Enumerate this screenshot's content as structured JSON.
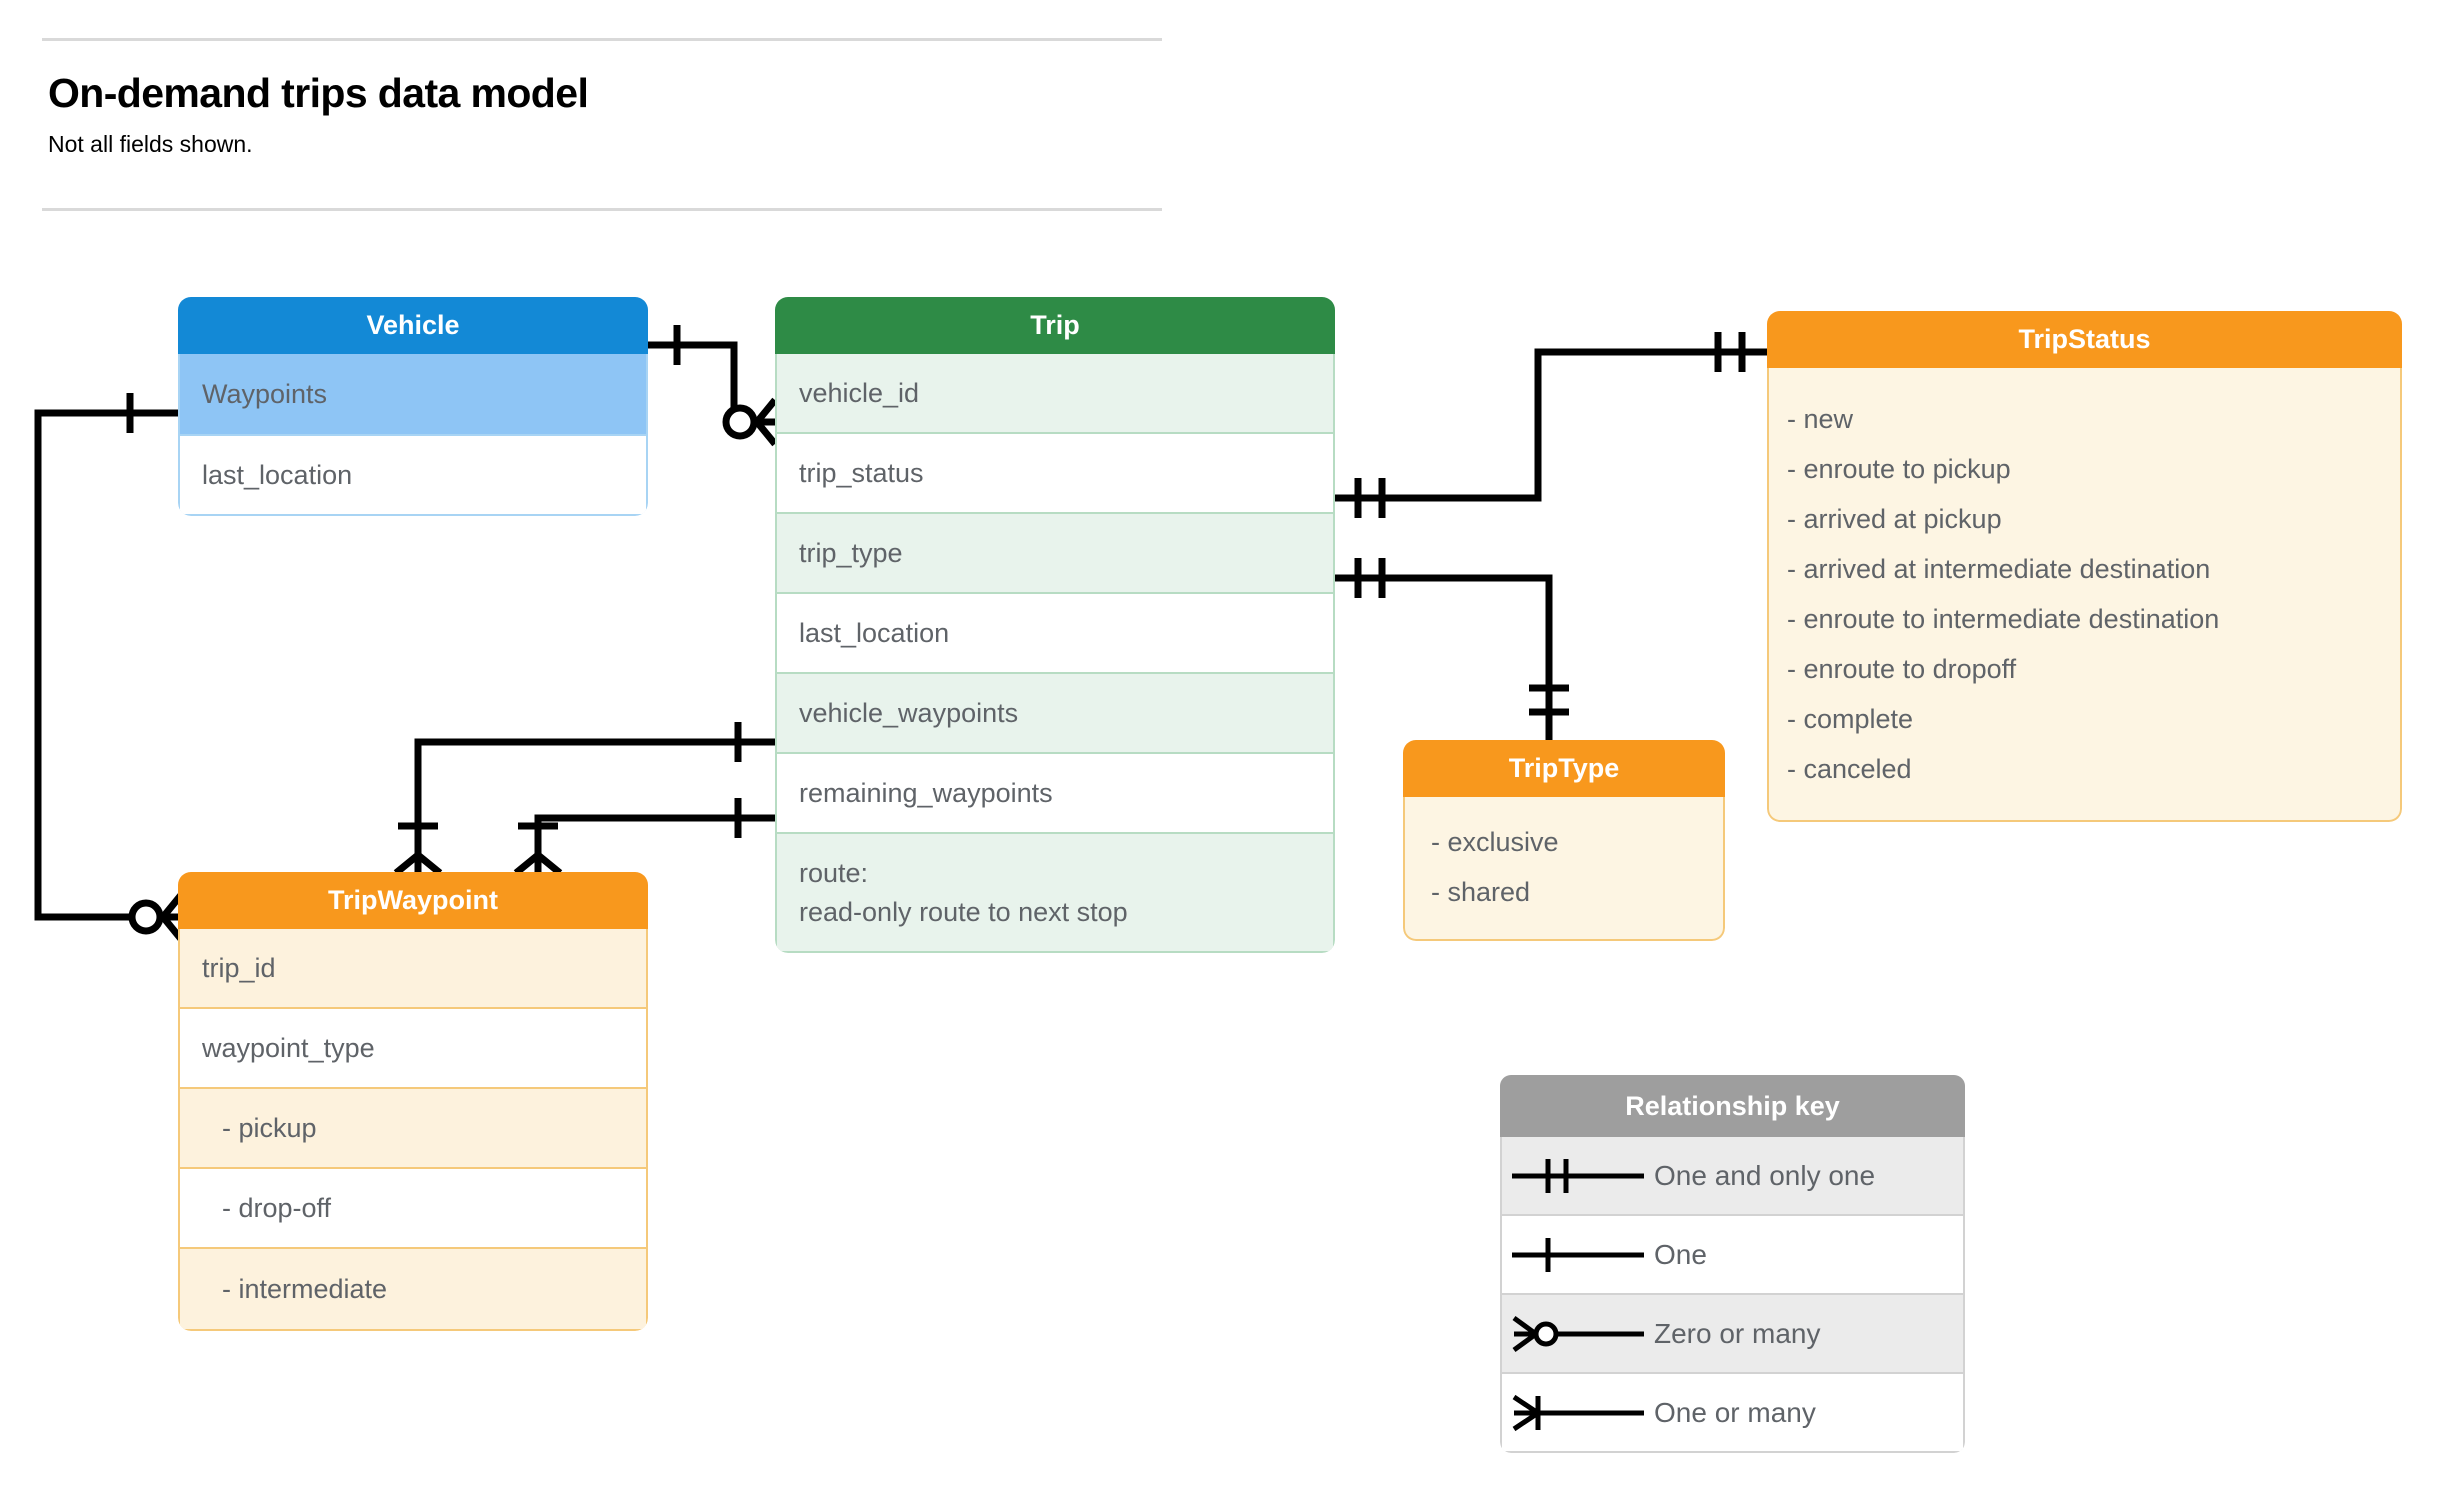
{
  "header": {
    "title": "On-demand trips data model",
    "subtitle": "Not all fields shown."
  },
  "entities": {
    "vehicle": {
      "name": "Vehicle",
      "header_color": "#1389d6",
      "rows": [
        {
          "label": "Waypoints"
        },
        {
          "label": "last_location"
        }
      ]
    },
    "trip": {
      "name": "Trip",
      "header_color": "#2e8b46",
      "rows": [
        {
          "label": "vehicle_id"
        },
        {
          "label": "trip_status"
        },
        {
          "label": "trip_type"
        },
        {
          "label": "last_location"
        },
        {
          "label": "vehicle_waypoints"
        },
        {
          "label": "remaining_waypoints"
        },
        {
          "label": "route:",
          "label2": "read-only route to next stop"
        }
      ]
    },
    "trip_status": {
      "name": "TripStatus",
      "header_color": "#f8981d",
      "values": [
        "- new",
        "- enroute to pickup",
        "- arrived at pickup",
        "- arrived at intermediate destination",
        "- enroute to intermediate destination",
        "- enroute to dropoff",
        "- complete",
        "- canceled"
      ]
    },
    "trip_type": {
      "name": "TripType",
      "header_color": "#f8981d",
      "values": [
        "- exclusive",
        "- shared"
      ]
    },
    "trip_waypoint": {
      "name": "TripWaypoint",
      "header_color": "#f8981d",
      "rows": [
        {
          "label": "trip_id"
        },
        {
          "label": "waypoint_type"
        },
        {
          "label": "-  pickup"
        },
        {
          "label": "-  drop-off"
        },
        {
          "label": "-  intermediate"
        }
      ]
    }
  },
  "legend": {
    "title": "Relationship key",
    "rows": [
      {
        "symbol": "one-and-only-one-icon",
        "label": "One and only one"
      },
      {
        "symbol": "one-icon",
        "label": "One"
      },
      {
        "symbol": "zero-or-many-icon",
        "label": "Zero or many"
      },
      {
        "symbol": "one-or-many-icon",
        "label": "One or many"
      }
    ]
  },
  "relationships": [
    {
      "from": "Vehicle",
      "to": "Trip.vehicle_id",
      "from_card": "one",
      "to_card": "zero or many"
    },
    {
      "from": "Vehicle.Waypoints",
      "to": "TripWaypoint",
      "from_card": "one",
      "to_card": "zero or many"
    },
    {
      "from": "Trip.trip_status",
      "to": "TripStatus",
      "from_card": "one and only one",
      "to_card": "one and only one"
    },
    {
      "from": "Trip.trip_type",
      "to": "TripType",
      "from_card": "one and only one",
      "to_card": "one and only one"
    },
    {
      "from": "Trip.vehicle_waypoints",
      "to": "TripWaypoint",
      "from_card": "one",
      "to_card": "one or many"
    },
    {
      "from": "Trip.remaining_waypoints",
      "to": "TripWaypoint",
      "from_card": "one",
      "to_card": "one or many"
    }
  ],
  "colors": {
    "blue": "#1389d6",
    "blue_light": "#8ec5f5",
    "green": "#2e8b46",
    "green_light": "#e8f3ec",
    "orange": "#f8981d",
    "cream": "#fdf5e3",
    "gray": "#9e9e9e",
    "text": "#5f6368"
  }
}
